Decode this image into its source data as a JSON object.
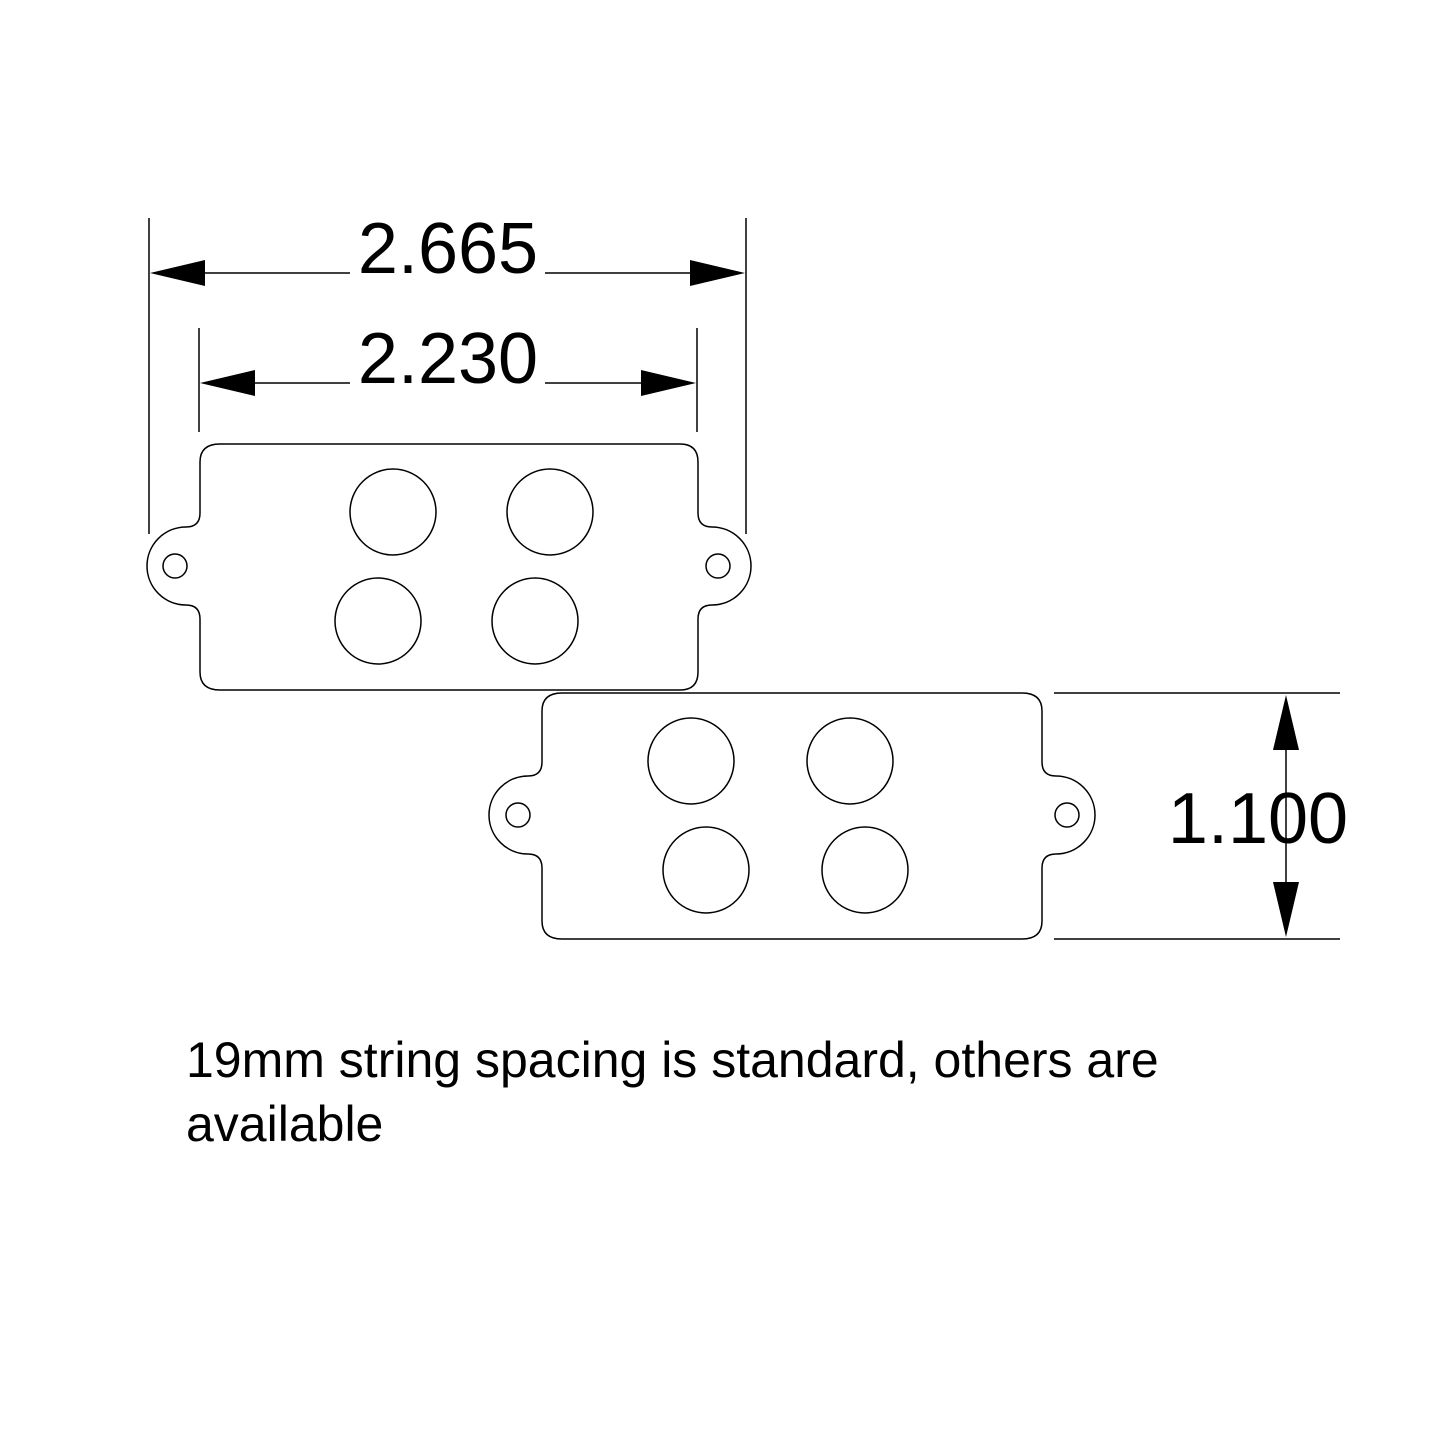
{
  "dimensions": {
    "overall_width": "2.665",
    "pole_width": "2.230",
    "height": "1.100"
  },
  "caption": {
    "line1": "19mm string spacing is standard, others are",
    "line2": "available"
  },
  "colors": {
    "line": "#000000",
    "background": "#ffffff"
  }
}
